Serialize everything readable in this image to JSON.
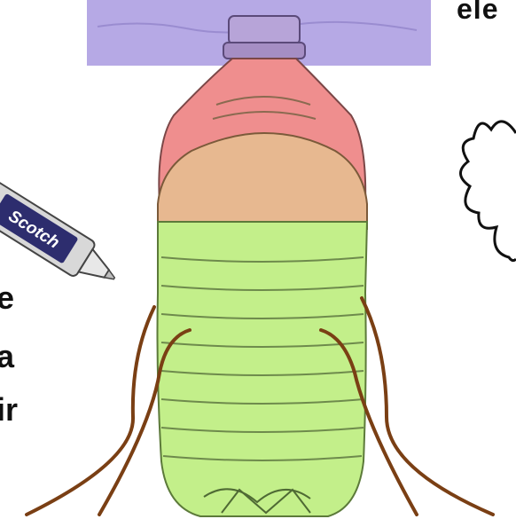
{
  "text_fragments": {
    "top_right": "ele",
    "left_line_1": "e",
    "left_line_2": "a",
    "left_line_3": "ir"
  },
  "glue_tube": {
    "brand_label": "Scotch"
  },
  "colors": {
    "cap_overlay": "#a99ae0",
    "top_section": "#ef8e8e",
    "middle_section": "#e7b890",
    "bottom_section": "#c3ef8a",
    "legs": "#7a3f14",
    "tube_body": "#d8d8d8",
    "tube_label": "#2d2d6e"
  }
}
